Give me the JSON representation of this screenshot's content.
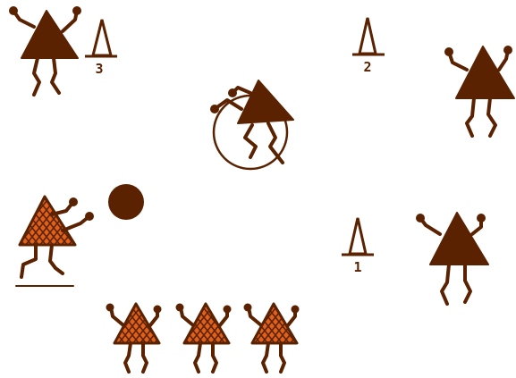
{
  "colors": {
    "figure": "#5a2200",
    "pattern_fill": "#e0601c",
    "background": "#ffffff"
  },
  "cones": [
    {
      "label": "3"
    },
    {
      "label": "2"
    },
    {
      "label": "1"
    }
  ],
  "figures": [
    {
      "name": "solid-figure-top-left",
      "style": "solid"
    },
    {
      "name": "solid-figure-spinning-in-hoop",
      "style": "solid"
    },
    {
      "name": "solid-figure-top-right",
      "style": "solid"
    },
    {
      "name": "solid-figure-right",
      "style": "solid"
    },
    {
      "name": "patterned-figure-throwing-ball",
      "style": "patterned"
    },
    {
      "name": "patterned-figure-waiting-1",
      "style": "patterned"
    },
    {
      "name": "patterned-figure-waiting-2",
      "style": "patterned"
    },
    {
      "name": "patterned-figure-waiting-3",
      "style": "patterned"
    }
  ],
  "objects": {
    "ball": "ball",
    "hoop": "hoop",
    "throw_line": "throw-line"
  }
}
